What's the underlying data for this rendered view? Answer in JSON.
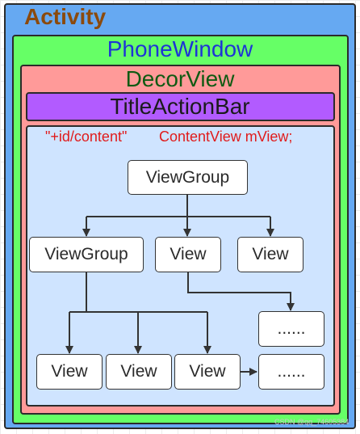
{
  "labels": {
    "activity": "Activity",
    "phone_window": "PhoneWindow",
    "decor_view": "DecorView",
    "title_action_bar": "TitleActionBar",
    "content_id": "\"+id/content\"",
    "content_view": "ContentView mView;"
  },
  "nodes": {
    "root_view_group": "ViewGroup",
    "child_view_group": "ViewGroup",
    "view_a": "View",
    "view_b": "View",
    "leaf_view_1": "View",
    "leaf_view_2": "View",
    "leaf_view_3": "View",
    "ellipsis_upper": "......",
    "ellipsis_lower": "......"
  },
  "watermark": "CSDN @qq_74605384",
  "colors": {
    "activity": "#66a9f2",
    "phone_window": "#66ff66",
    "decor_view": "#ff9a99",
    "title_action_bar": "#b25bff",
    "content": "#cfe4ff",
    "activity_text": "#8b4a0d",
    "phone_window_text": "#1e34d6",
    "decor_view_text": "#0f5a12",
    "content_text": "#e01b1b"
  }
}
